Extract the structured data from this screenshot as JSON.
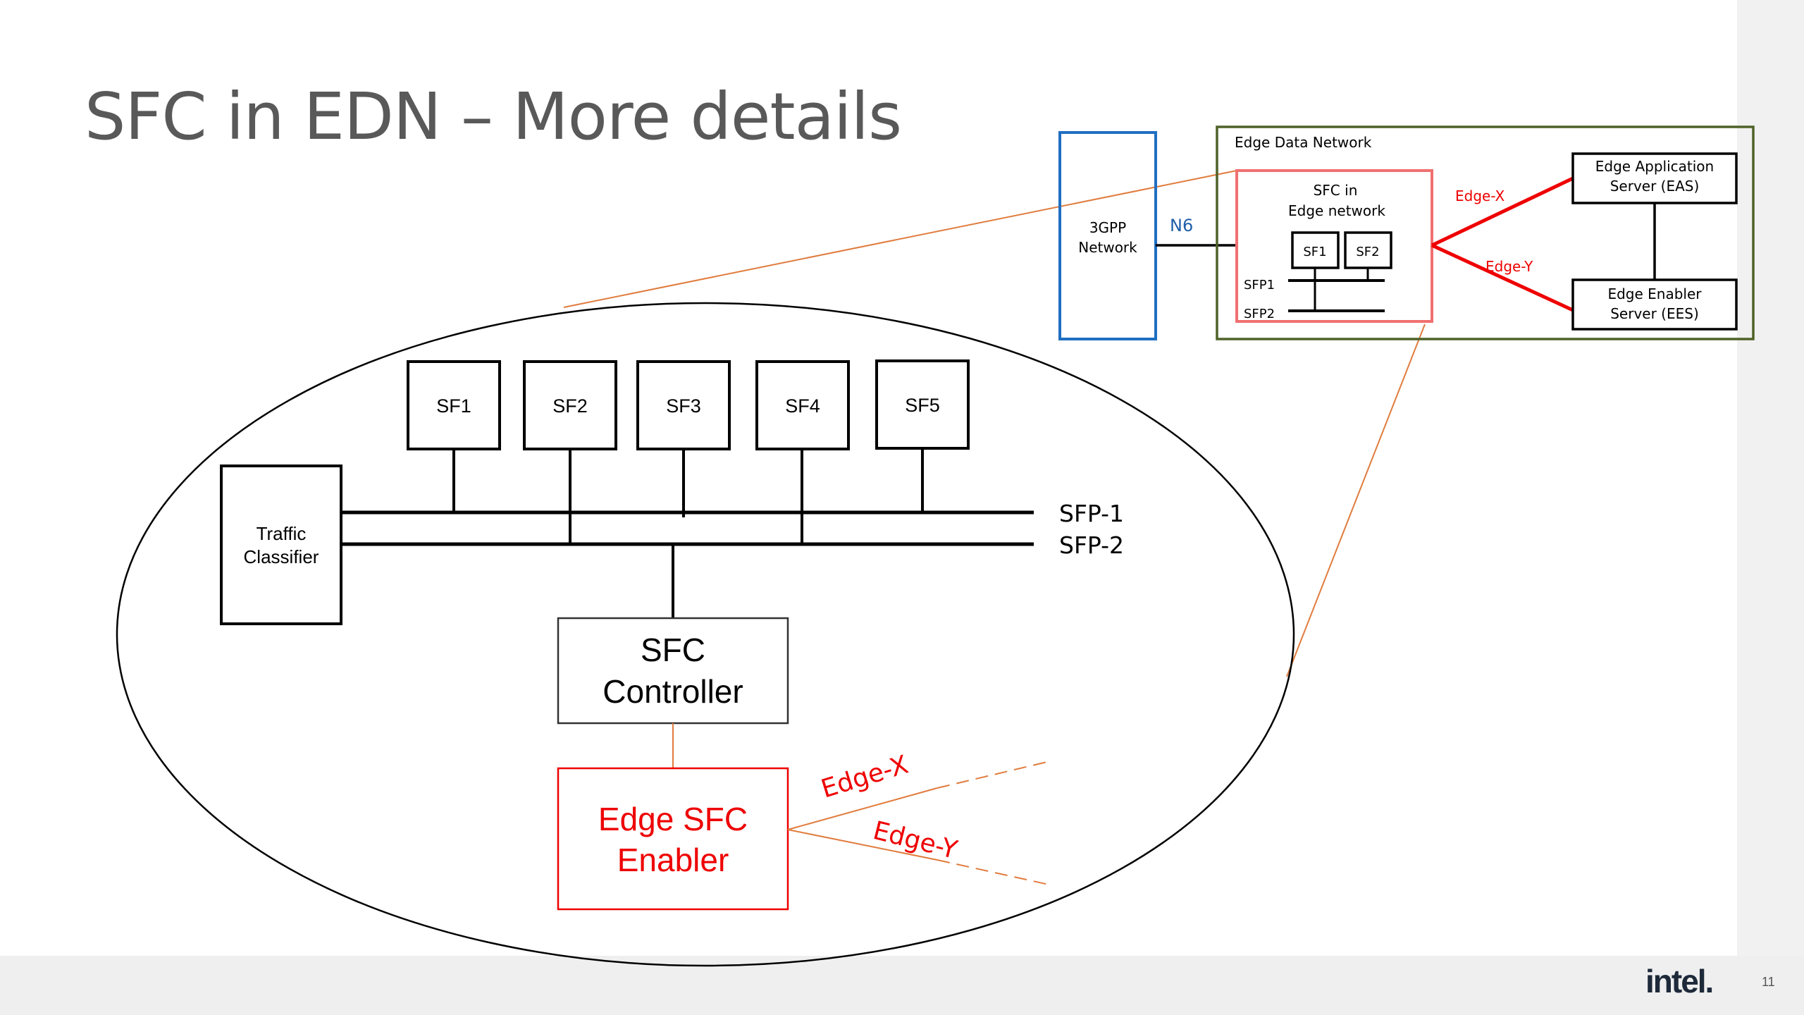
{
  "slide": {
    "title": "SFC in EDN – More details",
    "page_number": "11",
    "logo_text": "intel."
  },
  "top_diagram": {
    "network_3gpp_line1": "3GPP",
    "network_3gpp_line2": "Network",
    "n6_label": "N6",
    "edn_label": "Edge Data Network",
    "sfc_box_line1": "SFC in",
    "sfc_box_line2": "Edge network",
    "sf1": "SF1",
    "sf2": "SF2",
    "sfp1": "SFP1",
    "sfp2": "SFP2",
    "edge_x": "Edge-X",
    "edge_y": "Edge-Y",
    "eas_line1": "Edge Application",
    "eas_line2": "Server (EAS)",
    "ees_line1": "Edge Enabler",
    "ees_line2": "Server (EES)"
  },
  "zoom_diagram": {
    "sf_boxes": [
      "SF1",
      "SF2",
      "SF3",
      "SF4",
      "SF5"
    ],
    "traffic_classifier_line1": "Traffic",
    "traffic_classifier_line2": "Classifier",
    "sfp_1": "SFP-1",
    "sfp_2": "SFP-2",
    "sfc_controller_line1": "SFC",
    "sfc_controller_line2": "Controller",
    "edge_sfc_enabler_line1": "Edge SFC",
    "edge_sfc_enabler_line2": "Enabler",
    "edge_x": "Edge-X",
    "edge_y": "Edge-Y"
  },
  "colors": {
    "title": "#595959",
    "blue_box": "#1f6fc1",
    "edn_border": "#4f6228",
    "red": "#ee0000",
    "zoom_lines": "#e07c3e"
  }
}
